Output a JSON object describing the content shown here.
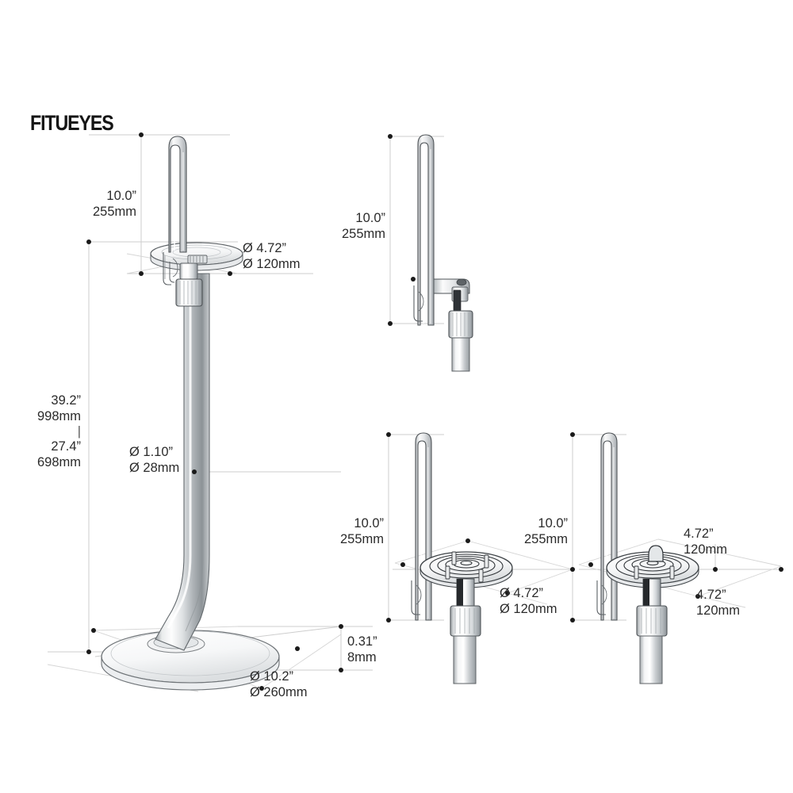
{
  "brand": {
    "part1": "FITU",
    "part2": "EYES"
  },
  "colors": {
    "background": "#ffffff",
    "ink": "#2b2b2b",
    "dimension_line": "#c9c9c9",
    "dimension_dot": "#1a1a1a",
    "metal_light": "#fdfdfd",
    "metal_mid": "#c2c4c6",
    "metal_dark": "#6f7477",
    "outline": "#3a3a3a"
  },
  "dimensions": {
    "main_arm_height": {
      "inch": "10.0”",
      "mm": "255mm"
    },
    "main_disc_diameter": {
      "inch": "Ø 4.72”",
      "mm": "Ø 120mm"
    },
    "main_pole_height_max": {
      "inch": "39.2”",
      "mm": "998mm"
    },
    "main_pole_height_sep": "|",
    "main_pole_height_min": {
      "inch": "27.4”",
      "mm": "698mm"
    },
    "main_pole_diameter": {
      "inch": "Ø 1.10”",
      "mm": "Ø 28mm"
    },
    "base_thickness": {
      "inch": "0.31”",
      "mm": "8mm"
    },
    "base_diameter": {
      "inch": "Ø 10.2”",
      "mm": "Ø 260mm"
    },
    "view_tr_arm_height": {
      "inch": "10.0”",
      "mm": "255mm"
    },
    "view_bm_arm_height": {
      "inch": "10.0”",
      "mm": "255mm"
    },
    "view_bm_disc_diameter": {
      "inch": "Ø 4.72”",
      "mm": "Ø 120mm"
    },
    "view_br_arm_height": {
      "inch": "10.0”",
      "mm": "255mm"
    },
    "view_br_depth": {
      "inch": "4.72”",
      "mm": "120mm"
    },
    "view_br_width": {
      "inch": "4.72”",
      "mm": "120mm"
    }
  }
}
